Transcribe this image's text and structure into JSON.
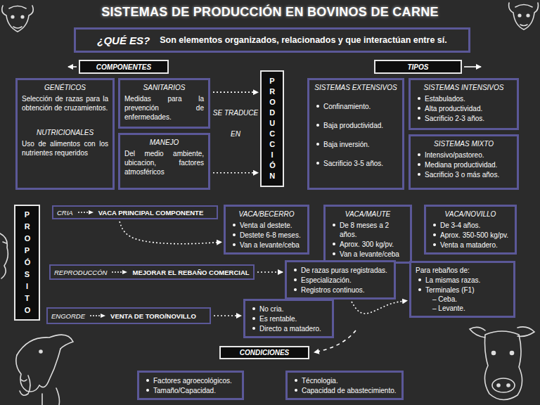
{
  "diagram": {
    "title": "SISTEMAS DE PRODUCCIÓN EN BOVINOS DE CARNE",
    "nodes": [
      {
        "text": [
          "¿QUÉ ES?",
          "Son elementos organizados, relacionados y que interactúan entre sí."
        ]
      },
      {
        "text": [
          "COMPONENTES"
        ]
      },
      {
        "text": [
          "TIPOS"
        ]
      },
      {
        "text": [
          "GENÉTICOS",
          "Selección de razas para la obtención de cruzamientos.",
          "NUTRICIONALES",
          "Uso de alimentos con los nutrientes requeridos"
        ]
      },
      {
        "text": [
          "SANITARIOS",
          "Medidas para la prevención de enfermedades."
        ]
      },
      {
        "text": [
          "MANEJO",
          "Del medio ambiente, ubicacion, factores atmosféricos"
        ]
      },
      {
        "text": [
          "PRODUCCIÓN"
        ]
      },
      {
        "text": [
          "SISTEMAS EXTENSIVOS",
          "Confinamiento.",
          "Baja productividad.",
          "Baja inversión.",
          "Sacrificio 3-5 años."
        ]
      },
      {
        "text": [
          "SISTEMAS INTENSIVOS",
          "Estabulados.",
          "Alta productividad.",
          "Sacrificio 2-3 años."
        ]
      },
      {
        "text": [
          "SISTEMAS MIXTO",
          "Intensivo/pastoreo.",
          "Mediana productividad.",
          "Sacrificio 3 o más años."
        ]
      },
      {
        "text": [
          "PROPÓSITO"
        ]
      },
      {
        "text": [
          "CRIA",
          "VACA PRINCIPAL COMPONENTE"
        ]
      },
      {
        "text": [
          "VACA/BECERRO",
          "Venta al destete.",
          "Destete 6-8 meses.",
          "Van a levante/ceba"
        ]
      },
      {
        "text": [
          "VACA/MAUTE",
          "De 8 meses a 2 años.",
          "Aprox. 300 kg/pv.",
          "Van a levante/ceba"
        ]
      },
      {
        "text": [
          "VACA/NOVILLO",
          "De 3-4 años.",
          "Aprox. 350-500 kg/pv.",
          "Venta a matadero."
        ]
      },
      {
        "text": [
          "REPRODUCCÓN",
          "MEJORAR EL REBAÑO COMERCIAL"
        ]
      },
      {
        "text": [
          "De razas puras registradas.",
          "Especialización.",
          "Registros continuos."
        ]
      },
      {
        "text": [
          "Para rebaños de:",
          "La mismas razas.",
          "Terminales (F1)",
          "– Ceba.",
          "– Levante."
        ]
      },
      {
        "text": [
          "ENGORDE",
          "VENTA DE TORO/NOVILLO"
        ]
      },
      {
        "text": [
          "No cria.",
          "Es rentable.",
          "Directo a matadero."
        ]
      },
      {
        "text": [
          "CONDICIONES"
        ]
      },
      {
        "text": [
          "Factores agroecológicos.",
          "Tamaño/Capacidad."
        ]
      },
      {
        "text": [
          "Técnologia.",
          "Capacidad de abastecimiento."
        ]
      }
    ],
    "edges": [
      {
        "from": 4,
        "to": 6,
        "arrow": "to"
      },
      {
        "from": 5,
        "to": 6,
        "arrow": "to"
      },
      {
        "from": 11,
        "to": 12,
        "arrow": "to"
      },
      {
        "from": 15,
        "to": 16,
        "arrow": "to"
      },
      {
        "from": 16,
        "to": 17,
        "arrow": "to"
      },
      {
        "from": 18,
        "to": 19,
        "arrow": "to"
      }
    ],
    "labels": [
      "SE TRADUCE EN"
    ]
  }
}
